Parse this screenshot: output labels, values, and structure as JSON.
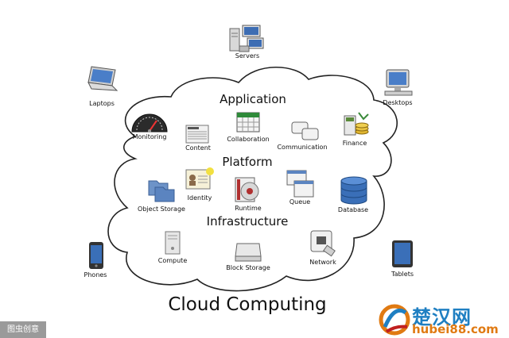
{
  "title": "Cloud Computing",
  "sections": {
    "application": "Application",
    "platform": "Platform",
    "infrastructure": "Infrastructure"
  },
  "devices": {
    "servers": "Servers",
    "laptops": "Laptops",
    "desktops": "Desktops",
    "phones": "Phones",
    "tablets": "Tablets"
  },
  "application_items": {
    "monitoring": "Monitoring",
    "content": "Content",
    "collaboration": "Collaboration",
    "communication": "Communication",
    "finance": "Finance"
  },
  "platform_items": {
    "object_storage": "Object Storage",
    "identity": "Identity",
    "runtime": "Runtime",
    "queue": "Queue",
    "database": "Database"
  },
  "infrastructure_items": {
    "compute": "Compute",
    "block_storage": "Block Storage",
    "network": "Network"
  },
  "watermarks": {
    "left": "图虫创意",
    "brand": "楚汉网",
    "url": "hubei88.com"
  },
  "colors": {
    "cloud_outline": "#222222",
    "brand_blue": "#1f7fc2",
    "brand_orange": "#e07a12"
  }
}
